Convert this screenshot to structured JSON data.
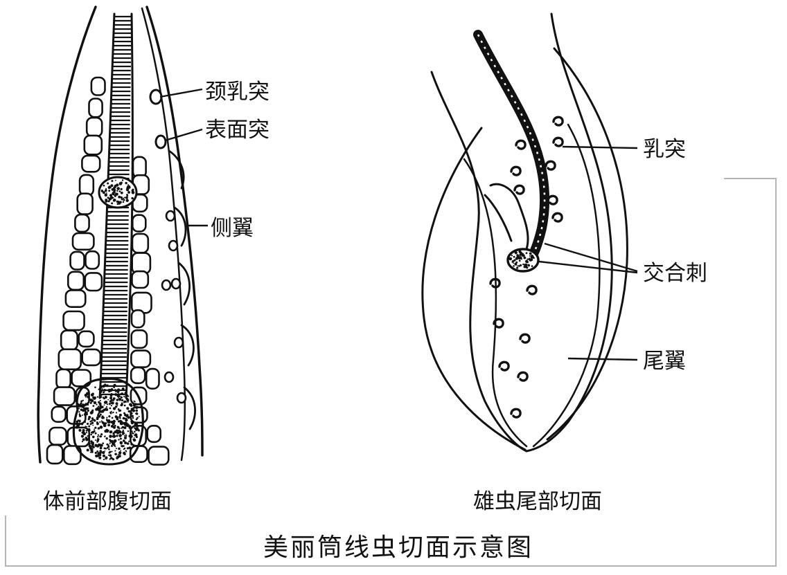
{
  "figure": {
    "title": "美丽筒线虫切面示意图",
    "left_panel": {
      "caption": "体前部腹切面",
      "labels": {
        "neck_papilla": "颈乳突",
        "surface_bosses": "表面突",
        "lateral_ala": "侧翼"
      }
    },
    "right_panel": {
      "caption": "雄虫尾部切面",
      "labels": {
        "papillae": "乳突",
        "spicules": "交合刺",
        "caudal_ala": "尾翼"
      }
    }
  }
}
